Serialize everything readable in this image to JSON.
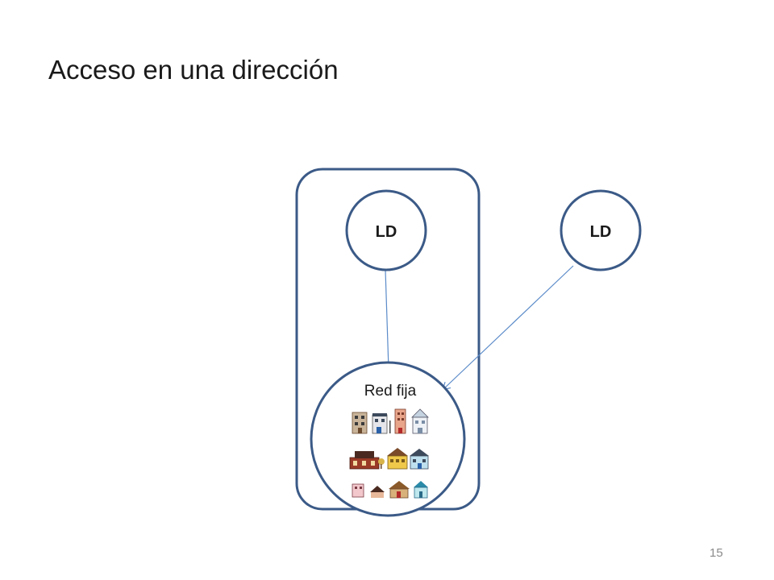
{
  "title": "Acceso en una dirección",
  "page_number": "15",
  "nodes": {
    "ld_inner": {
      "label": "LD"
    },
    "ld_outer": {
      "label": "LD"
    },
    "fixed_network": {
      "label": "Red fija"
    }
  },
  "colors": {
    "border": "#3b5a87",
    "arrow": "#5b8bc9",
    "text": "#1a1a1a",
    "page_number": "#8a8a8a"
  },
  "icons": [
    "buildings-icon",
    "houses-icon"
  ]
}
